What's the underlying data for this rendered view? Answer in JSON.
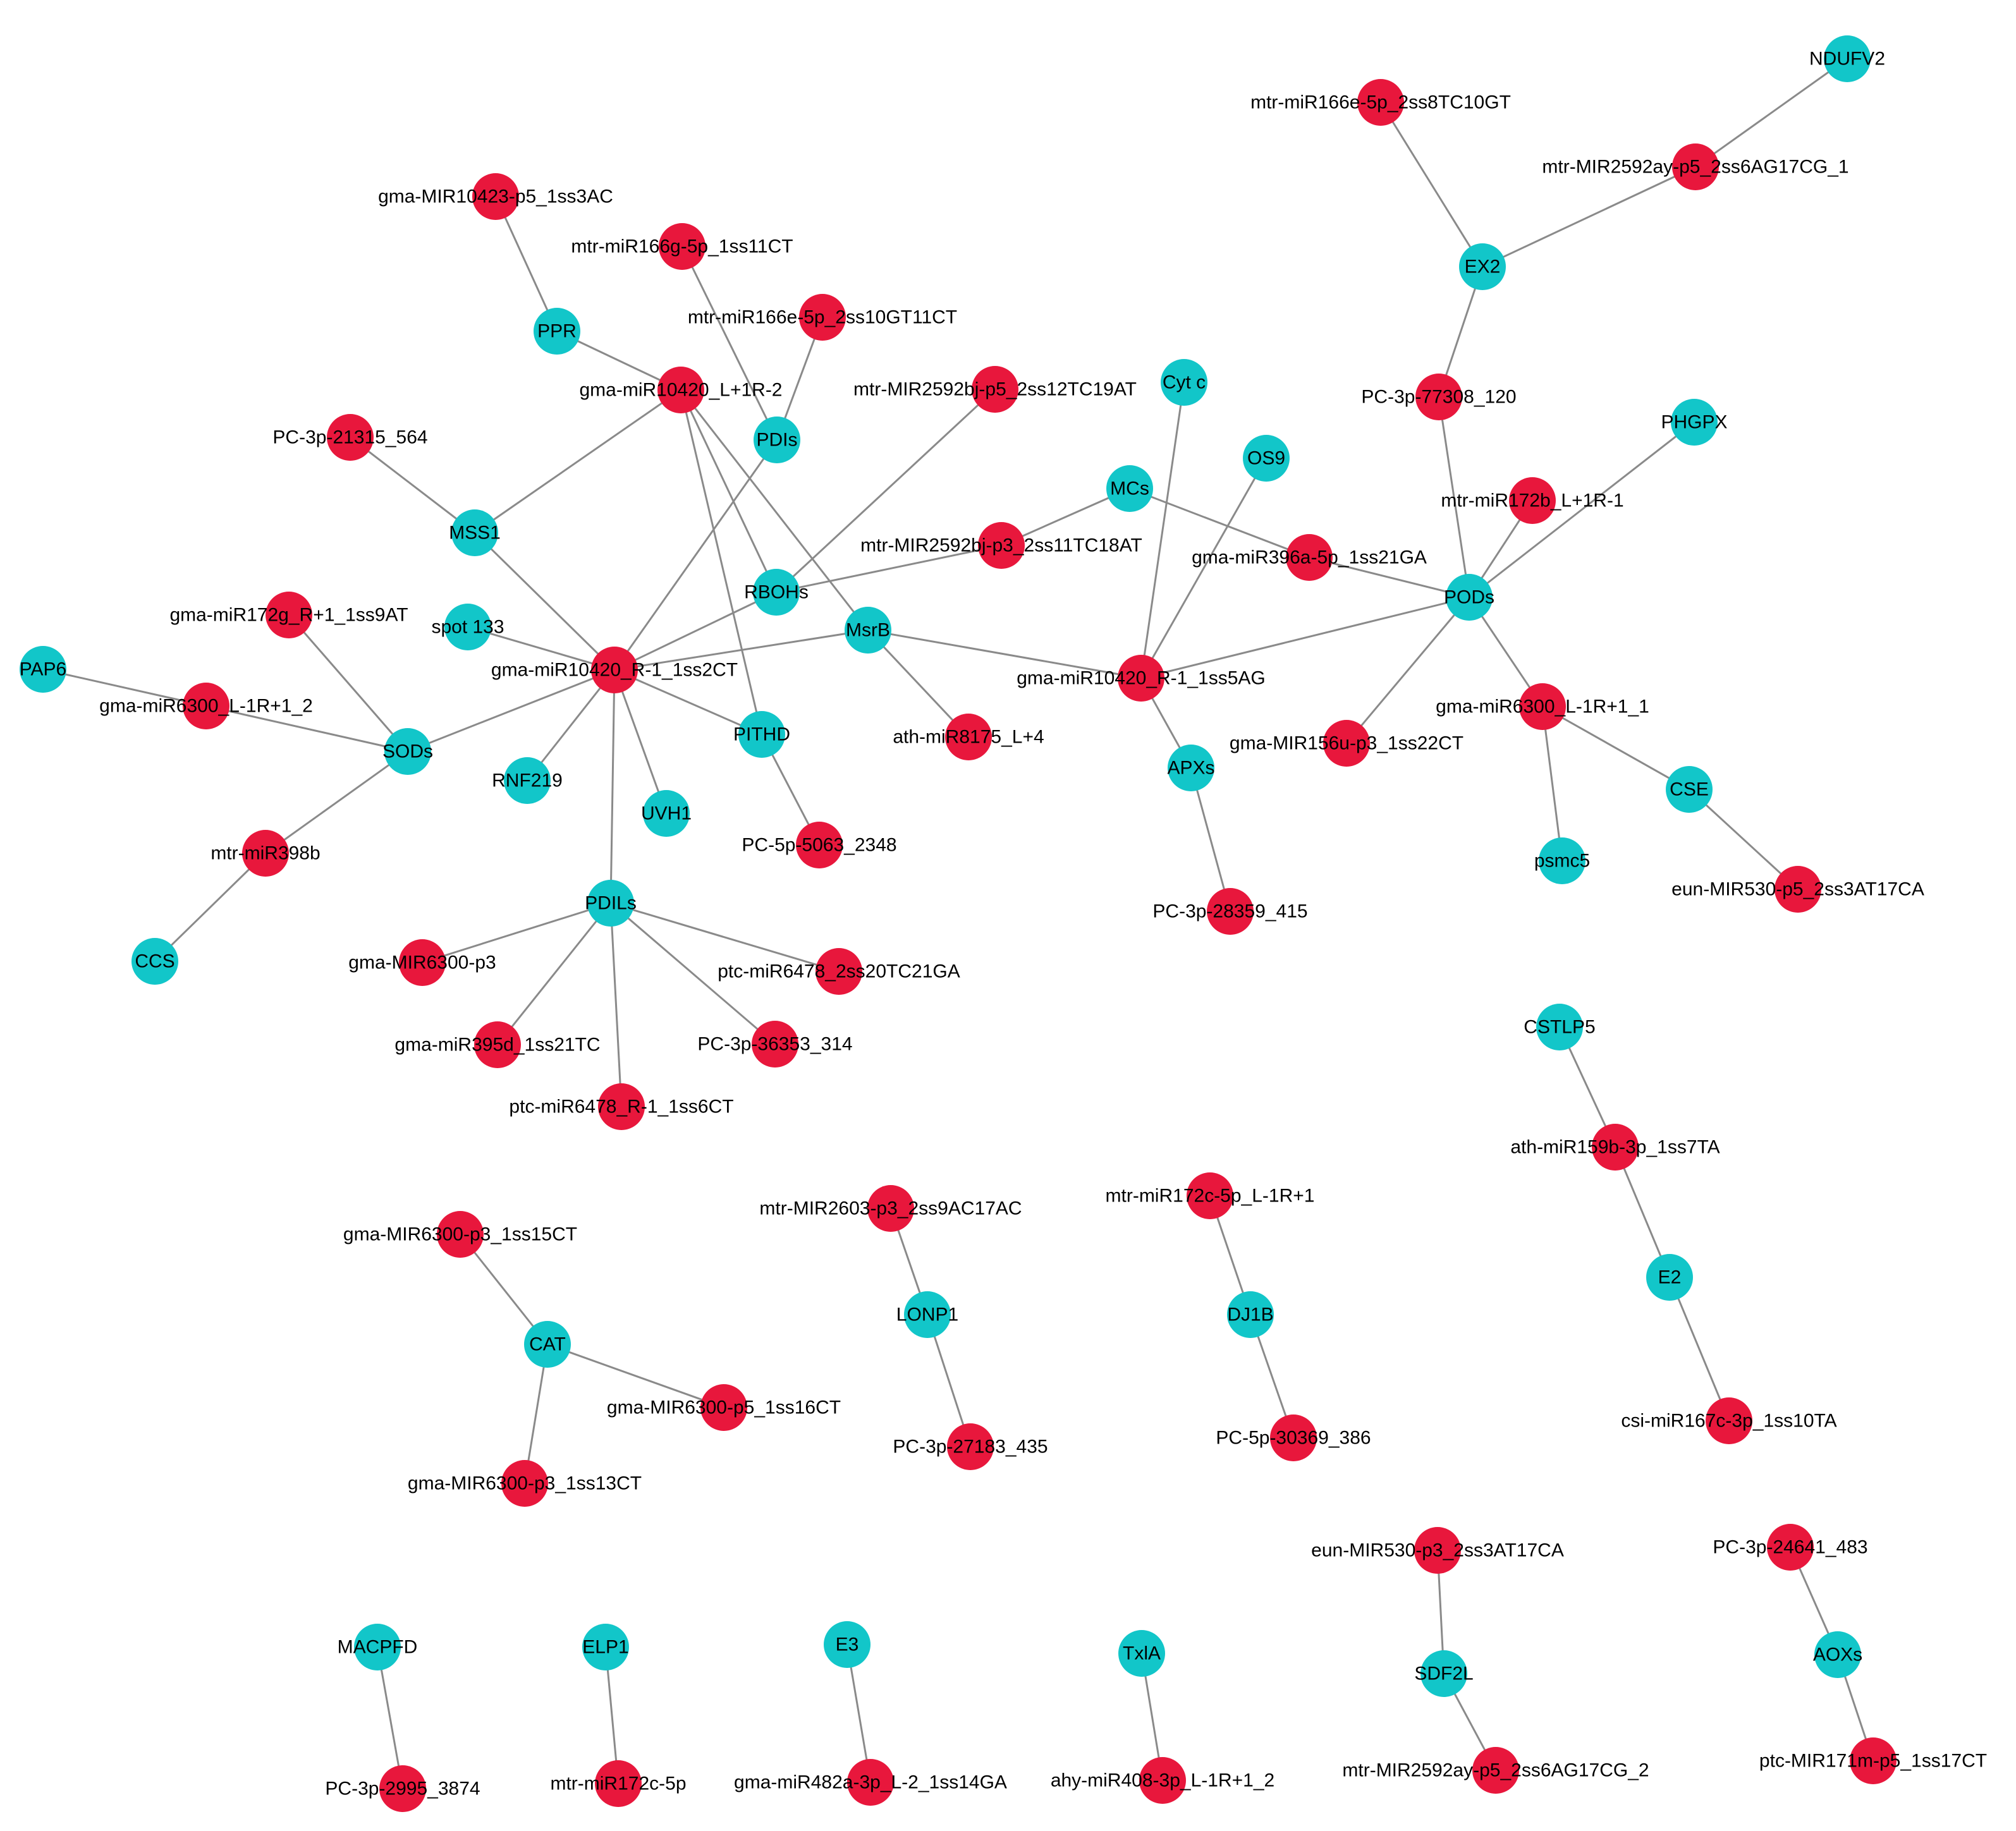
{
  "colors": {
    "mirna": "#e8173c",
    "gene": "#12c6c9",
    "edge": "#8a8a8a",
    "label": "#000000"
  },
  "nodes": [
    {
      "id": "NDUFV2",
      "label": "NDUFV2",
      "type": "gene"
    },
    {
      "id": "mtr-miR166e-5p_2ss8TC10GT",
      "label": "mtr-miR166e-5p_2ss8TC10GT",
      "type": "mirna"
    },
    {
      "id": "mtr-MIR2592ay-p5_2ss6AG17CG_1",
      "label": "mtr-MIR2592ay-p5_2ss6AG17CG_1",
      "type": "mirna"
    },
    {
      "id": "EX2",
      "label": "EX2",
      "type": "gene"
    },
    {
      "id": "PC-3p-77308_120",
      "label": "PC-3p-77308_120",
      "type": "mirna"
    },
    {
      "id": "PHGPX",
      "label": "PHGPX",
      "type": "gene"
    },
    {
      "id": "mtr-miR172b_L+1R-1",
      "label": "mtr-miR172b_L+1R-1",
      "type": "mirna"
    },
    {
      "id": "PODs",
      "label": "PODs",
      "type": "gene"
    },
    {
      "id": "gma-miR6300_L-1R+1_1",
      "label": "gma-miR6300_L-1R+1_1",
      "type": "mirna"
    },
    {
      "id": "CSE",
      "label": "CSE",
      "type": "gene"
    },
    {
      "id": "psmc5",
      "label": "psmc5",
      "type": "gene"
    },
    {
      "id": "eun-MIR530-p5_2ss3AT17CA",
      "label": "eun-MIR530-p5_2ss3AT17CA",
      "type": "mirna"
    },
    {
      "id": "gma-MIR156u-p3_1ss22CT",
      "label": "gma-MIR156u-p3_1ss22CT",
      "type": "mirna"
    },
    {
      "id": "gma-miR396a-5p_1ss21GA",
      "label": "gma-miR396a-5p_1ss21GA",
      "type": "mirna"
    },
    {
      "id": "OS9",
      "label": "OS9",
      "type": "gene"
    },
    {
      "id": "Cyt c",
      "label": "Cyt c",
      "type": "gene"
    },
    {
      "id": "MCs",
      "label": "MCs",
      "type": "gene"
    },
    {
      "id": "gma-miR10420_R-1_1ss5AG",
      "label": "gma-miR10420_R-1_1ss5AG",
      "type": "mirna"
    },
    {
      "id": "APXs",
      "label": "APXs",
      "type": "gene"
    },
    {
      "id": "PC-3p-28359_415",
      "label": "PC-3p-28359_415",
      "type": "mirna"
    },
    {
      "id": "mtr-MIR2592bj-p3_2ss11TC18AT",
      "label": "mtr-MIR2592bj-p3_2ss11TC18AT",
      "type": "mirna"
    },
    {
      "id": "MsrB",
      "label": "MsrB",
      "type": "gene"
    },
    {
      "id": "ath-miR8175_L+4",
      "label": "ath-miR8175_L+4",
      "type": "mirna"
    },
    {
      "id": "RBOHs",
      "label": "RBOHs",
      "type": "gene"
    },
    {
      "id": "mtr-MIR2592bj-p5_2ss12TC19AT",
      "label": "mtr-MIR2592bj-p5_2ss12TC19AT",
      "type": "mirna"
    },
    {
      "id": "PDIs",
      "label": "PDIs",
      "type": "gene"
    },
    {
      "id": "mtr-miR166e-5p_2ss10GT11CT",
      "label": "mtr-miR166e-5p_2ss10GT11CT",
      "type": "mirna"
    },
    {
      "id": "mtr-miR166g-5p_1ss11CT",
      "label": "mtr-miR166g-5p_1ss11CT",
      "type": "mirna"
    },
    {
      "id": "gma-MIR10423-p5_1ss3AC",
      "label": "gma-MIR10423-p5_1ss3AC",
      "type": "mirna"
    },
    {
      "id": "PPR",
      "label": "PPR",
      "type": "gene"
    },
    {
      "id": "gma-miR10420_L+1R-2",
      "label": "gma-miR10420_L+1R-2",
      "type": "mirna"
    },
    {
      "id": "PC-3p-21315_564",
      "label": "PC-3p-21315_564",
      "type": "mirna"
    },
    {
      "id": "MSS1",
      "label": "MSS1",
      "type": "gene"
    },
    {
      "id": "gma-miR10420_R-1_1ss2CT",
      "label": "gma-miR10420_R-1_1ss2CT",
      "type": "mirna"
    },
    {
      "id": "spot 133",
      "label": "spot 133",
      "type": "gene"
    },
    {
      "id": "gma-miR172g_R+1_1ss9AT",
      "label": "gma-miR172g_R+1_1ss9AT",
      "type": "mirna"
    },
    {
      "id": "PAP6",
      "label": "PAP6",
      "type": "gene"
    },
    {
      "id": "gma-miR6300_L-1R+1_2",
      "label": "gma-miR6300_L-1R+1_2",
      "type": "mirna"
    },
    {
      "id": "SODs",
      "label": "SODs",
      "type": "gene"
    },
    {
      "id": "RNF219",
      "label": "RNF219",
      "type": "gene"
    },
    {
      "id": "UVH1",
      "label": "UVH1",
      "type": "gene"
    },
    {
      "id": "PITHD",
      "label": "PITHD",
      "type": "gene"
    },
    {
      "id": "PC-5p-5063_2348",
      "label": "PC-5p-5063_2348",
      "type": "mirna"
    },
    {
      "id": "mtr-miR398b",
      "label": "mtr-miR398b",
      "type": "mirna"
    },
    {
      "id": "CCS",
      "label": "CCS",
      "type": "gene"
    },
    {
      "id": "PDILs",
      "label": "PDILs",
      "type": "gene"
    },
    {
      "id": "gma-MIR6300-p3",
      "label": "gma-MIR6300-p3",
      "type": "mirna"
    },
    {
      "id": "ptc-miR6478_2ss20TC21GA",
      "label": "ptc-miR6478_2ss20TC21GA",
      "type": "mirna"
    },
    {
      "id": "gma-miR395d_1ss21TC",
      "label": "gma-miR395d_1ss21TC",
      "type": "mirna"
    },
    {
      "id": "PC-3p-36353_314",
      "label": "PC-3p-36353_314",
      "type": "mirna"
    },
    {
      "id": "ptc-miR6478_R-1_1ss6CT",
      "label": "ptc-miR6478_R-1_1ss6CT",
      "type": "mirna"
    },
    {
      "id": "CSTLP5",
      "label": "CSTLP5",
      "type": "gene"
    },
    {
      "id": "ath-miR159b-3p_1ss7TA",
      "label": "ath-miR159b-3p_1ss7TA",
      "type": "mirna"
    },
    {
      "id": "E2",
      "label": "E2",
      "type": "gene"
    },
    {
      "id": "csi-miR167c-3p_1ss10TA",
      "label": "csi-miR167c-3p_1ss10TA",
      "type": "mirna"
    },
    {
      "id": "gma-MIR6300-p3_1ss15CT",
      "label": "gma-MIR6300-p3_1ss15CT",
      "type": "mirna"
    },
    {
      "id": "CAT",
      "label": "CAT",
      "type": "gene"
    },
    {
      "id": "gma-MIR6300-p5_1ss16CT",
      "label": "gma-MIR6300-p5_1ss16CT",
      "type": "mirna"
    },
    {
      "id": "gma-MIR6300-p3_1ss13CT",
      "label": "gma-MIR6300-p3_1ss13CT",
      "type": "mirna"
    },
    {
      "id": "mtr-MIR2603-p3_2ss9AC17AC",
      "label": "mtr-MIR2603-p3_2ss9AC17AC",
      "type": "mirna"
    },
    {
      "id": "LONP1",
      "label": "LONP1",
      "type": "gene"
    },
    {
      "id": "PC-3p-27183_435",
      "label": "PC-3p-27183_435",
      "type": "mirna"
    },
    {
      "id": "mtr-miR172c-5p_L-1R+1",
      "label": "mtr-miR172c-5p_L-1R+1",
      "type": "mirna"
    },
    {
      "id": "DJ1B",
      "label": "DJ1B",
      "type": "gene"
    },
    {
      "id": "PC-5p-30369_386",
      "label": "PC-5p-30369_386",
      "type": "mirna"
    },
    {
      "id": "eun-MIR530-p3_2ss3AT17CA",
      "label": "eun-MIR530-p3_2ss3AT17CA",
      "type": "mirna"
    },
    {
      "id": "SDF2L",
      "label": "SDF2L",
      "type": "gene"
    },
    {
      "id": "mtr-MIR2592ay-p5_2ss6AG17CG_2",
      "label": "mtr-MIR2592ay-p5_2ss6AG17CG_2",
      "type": "mirna"
    },
    {
      "id": "PC-3p-24641_483",
      "label": "PC-3p-24641_483",
      "type": "mirna"
    },
    {
      "id": "AOXs",
      "label": "AOXs",
      "type": "gene"
    },
    {
      "id": "ptc-MIR171m-p5_1ss17CT",
      "label": "ptc-MIR171m-p5_1ss17CT",
      "type": "mirna"
    },
    {
      "id": "MACPFD",
      "label": "MACPFD",
      "type": "gene"
    },
    {
      "id": "PC-3p-2995_3874",
      "label": "PC-3p-2995_3874",
      "type": "mirna"
    },
    {
      "id": "ELP1",
      "label": "ELP1",
      "type": "gene"
    },
    {
      "id": "mtr-miR172c-5p",
      "label": "mtr-miR172c-5p",
      "type": "mirna"
    },
    {
      "id": "E3",
      "label": "E3",
      "type": "gene"
    },
    {
      "id": "gma-miR482a-3p_L-2_1ss14GA",
      "label": "gma-miR482a-3p_L-2_1ss14GA",
      "type": "mirna"
    },
    {
      "id": "TxlA",
      "label": "TxlA",
      "type": "gene"
    },
    {
      "id": "ahy-miR408-3p_L-1R+1_2",
      "label": "ahy-miR408-3p_L-1R+1_2",
      "type": "mirna"
    }
  ],
  "edges": [
    [
      "NDUFV2",
      "mtr-MIR2592ay-p5_2ss6AG17CG_1"
    ],
    [
      "mtr-MIR2592ay-p5_2ss6AG17CG_1",
      "EX2"
    ],
    [
      "mtr-miR166e-5p_2ss8TC10GT",
      "EX2"
    ],
    [
      "EX2",
      "PC-3p-77308_120"
    ],
    [
      "PC-3p-77308_120",
      "PODs"
    ],
    [
      "PHGPX",
      "PODs"
    ],
    [
      "mtr-miR172b_L+1R-1",
      "PODs"
    ],
    [
      "PODs",
      "gma-miR6300_L-1R+1_1"
    ],
    [
      "PODs",
      "gma-MIR156u-p3_1ss22CT"
    ],
    [
      "PODs",
      "gma-miR396a-5p_1ss21GA"
    ],
    [
      "PODs",
      "gma-miR10420_R-1_1ss5AG"
    ],
    [
      "gma-miR6300_L-1R+1_1",
      "CSE"
    ],
    [
      "gma-miR6300_L-1R+1_1",
      "psmc5"
    ],
    [
      "CSE",
      "eun-MIR530-p5_2ss3AT17CA"
    ],
    [
      "MCs",
      "gma-miR396a-5p_1ss21GA"
    ],
    [
      "MCs",
      "mtr-MIR2592bj-p3_2ss11TC18AT"
    ],
    [
      "OS9",
      "gma-miR10420_R-1_1ss5AG"
    ],
    [
      "Cyt c",
      "gma-miR10420_R-1_1ss5AG"
    ],
    [
      "gma-miR10420_R-1_1ss5AG",
      "APXs"
    ],
    [
      "gma-miR10420_R-1_1ss5AG",
      "MsrB"
    ],
    [
      "APXs",
      "PC-3p-28359_415"
    ],
    [
      "mtr-MIR2592bj-p3_2ss11TC18AT",
      "RBOHs"
    ],
    [
      "MsrB",
      "ath-miR8175_L+4"
    ],
    [
      "MsrB",
      "gma-miR10420_R-1_1ss2CT"
    ],
    [
      "MsrB",
      "gma-miR10420_L+1R-2"
    ],
    [
      "RBOHs",
      "gma-miR10420_R-1_1ss2CT"
    ],
    [
      "RBOHs",
      "gma-miR10420_L+1R-2"
    ],
    [
      "RBOHs",
      "mtr-MIR2592bj-p5_2ss12TC19AT"
    ],
    [
      "PDIs",
      "gma-miR10420_R-1_1ss2CT"
    ],
    [
      "PDIs",
      "mtr-miR166e-5p_2ss10GT11CT"
    ],
    [
      "PDIs",
      "mtr-miR166g-5p_1ss11CT"
    ],
    [
      "gma-MIR10423-p5_1ss3AC",
      "PPR"
    ],
    [
      "PPR",
      "gma-miR10420_L+1R-2"
    ],
    [
      "gma-miR10420_L+1R-2",
      "MSS1"
    ],
    [
      "gma-miR10420_L+1R-2",
      "PITHD"
    ],
    [
      "PC-3p-21315_564",
      "MSS1"
    ],
    [
      "MSS1",
      "gma-miR10420_R-1_1ss2CT"
    ],
    [
      "spot 133",
      "gma-miR10420_R-1_1ss2CT"
    ],
    [
      "gma-miR10420_R-1_1ss2CT",
      "SODs"
    ],
    [
      "gma-miR10420_R-1_1ss2CT",
      "RNF219"
    ],
    [
      "gma-miR10420_R-1_1ss2CT",
      "UVH1"
    ],
    [
      "gma-miR10420_R-1_1ss2CT",
      "PITHD"
    ],
    [
      "gma-miR10420_R-1_1ss2CT",
      "PDILs"
    ],
    [
      "PITHD",
      "PC-5p-5063_2348"
    ],
    [
      "gma-miR172g_R+1_1ss9AT",
      "SODs"
    ],
    [
      "PAP6",
      "gma-miR6300_L-1R+1_2"
    ],
    [
      "gma-miR6300_L-1R+1_2",
      "SODs"
    ],
    [
      "SODs",
      "mtr-miR398b"
    ],
    [
      "mtr-miR398b",
      "CCS"
    ],
    [
      "PDILs",
      "gma-MIR6300-p3"
    ],
    [
      "PDILs",
      "ptc-miR6478_2ss20TC21GA"
    ],
    [
      "PDILs",
      "gma-miR395d_1ss21TC"
    ],
    [
      "PDILs",
      "PC-3p-36353_314"
    ],
    [
      "PDILs",
      "ptc-miR6478_R-1_1ss6CT"
    ],
    [
      "CSTLP5",
      "ath-miR159b-3p_1ss7TA"
    ],
    [
      "ath-miR159b-3p_1ss7TA",
      "E2"
    ],
    [
      "E2",
      "csi-miR167c-3p_1ss10TA"
    ],
    [
      "gma-MIR6300-p3_1ss15CT",
      "CAT"
    ],
    [
      "CAT",
      "gma-MIR6300-p5_1ss16CT"
    ],
    [
      "CAT",
      "gma-MIR6300-p3_1ss13CT"
    ],
    [
      "mtr-MIR2603-p3_2ss9AC17AC",
      "LONP1"
    ],
    [
      "LONP1",
      "PC-3p-27183_435"
    ],
    [
      "mtr-miR172c-5p_L-1R+1",
      "DJ1B"
    ],
    [
      "DJ1B",
      "PC-5p-30369_386"
    ],
    [
      "eun-MIR530-p3_2ss3AT17CA",
      "SDF2L"
    ],
    [
      "SDF2L",
      "mtr-MIR2592ay-p5_2ss6AG17CG_2"
    ],
    [
      "PC-3p-24641_483",
      "AOXs"
    ],
    [
      "AOXs",
      "ptc-MIR171m-p5_1ss17CT"
    ],
    [
      "MACPFD",
      "PC-3p-2995_3874"
    ],
    [
      "ELP1",
      "mtr-miR172c-5p"
    ],
    [
      "E3",
      "gma-miR482a-3p_L-2_1ss14GA"
    ],
    [
      "TxlA",
      "ahy-miR408-3p_L-1R+1_2"
    ]
  ]
}
